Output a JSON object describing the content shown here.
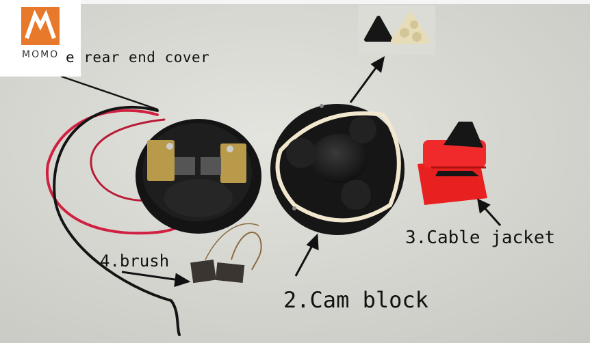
{
  "brand": {
    "name": "MOMO",
    "accent": "#e8782a"
  },
  "labels": {
    "rear_cover": "e rear end cover",
    "brush": "4.brush",
    "cam_block": "2.Cam block",
    "cable_jacket": "3.Cable jacket"
  },
  "colors": {
    "background": "#d8d8d2",
    "rubber_black": "#161616",
    "cable_red": "#d02040",
    "jacket_red": "#e82020",
    "gasket_cream": "#f1e8cf"
  }
}
